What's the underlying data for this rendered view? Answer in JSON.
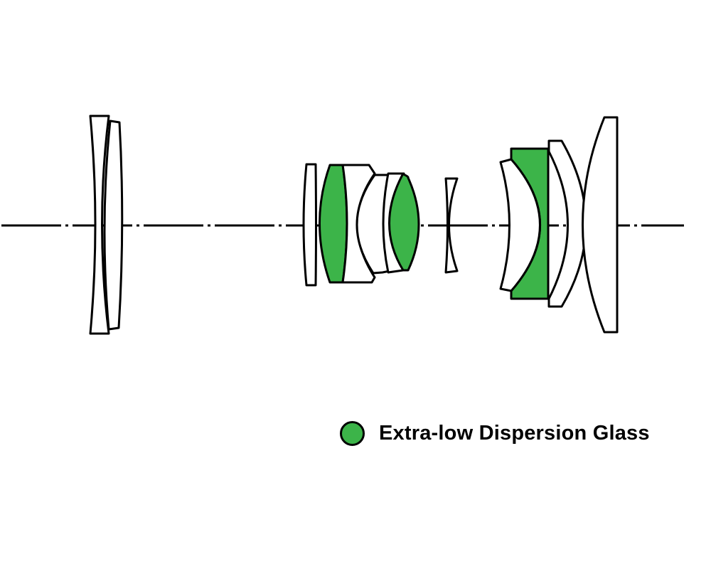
{
  "colors": {
    "ed_glass": "#3cb449",
    "standard_glass": "#ffffff",
    "outline": "#000000"
  },
  "legend": {
    "label": "Extra-low Dispersion Glass",
    "swatch_color": "#3cb449"
  },
  "lens_elements": [
    {
      "id": "element-1",
      "glass": "standard"
    },
    {
      "id": "element-2",
      "glass": "standard"
    },
    {
      "id": "element-3",
      "glass": "standard"
    },
    {
      "id": "element-4",
      "glass": "ed"
    },
    {
      "id": "element-5",
      "glass": "standard"
    },
    {
      "id": "element-6",
      "glass": "standard"
    },
    {
      "id": "element-7",
      "glass": "ed"
    },
    {
      "id": "element-8",
      "glass": "standard"
    },
    {
      "id": "element-9",
      "glass": "standard"
    },
    {
      "id": "element-10",
      "glass": "ed"
    },
    {
      "id": "element-11",
      "glass": "standard"
    },
    {
      "id": "element-12",
      "glass": "standard"
    }
  ]
}
